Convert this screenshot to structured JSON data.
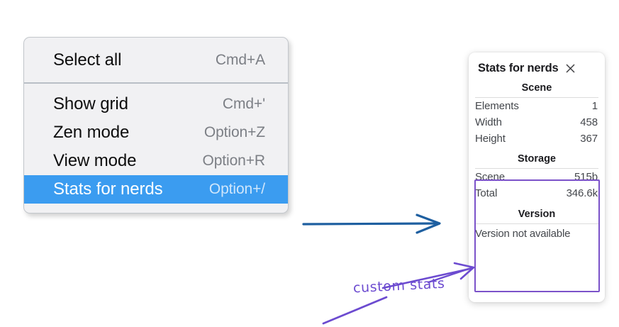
{
  "context_menu": {
    "name": "canvas-context-menu",
    "groups": [
      {
        "items": [
          {
            "label": "Select all",
            "shortcut": "Cmd+A",
            "selected": false
          }
        ]
      },
      {
        "items": [
          {
            "label": "Show grid",
            "shortcut": "Cmd+'",
            "selected": false
          },
          {
            "label": "Zen mode",
            "shortcut": "Option+Z",
            "selected": false
          },
          {
            "label": "View mode",
            "shortcut": "Option+R",
            "selected": false
          },
          {
            "label": "Stats for nerds",
            "shortcut": "Option+/",
            "selected": true
          }
        ]
      }
    ],
    "highlight_color": "#3b9cf0"
  },
  "stats_panel": {
    "title": "Stats for nerds",
    "close_icon": "close-icon",
    "sections": [
      {
        "title": "Scene",
        "rows": [
          {
            "key": "Elements",
            "value": "1"
          },
          {
            "key": "Width",
            "value": "458"
          },
          {
            "key": "Height",
            "value": "367"
          }
        ]
      },
      {
        "title": "Storage",
        "rows": [
          {
            "key": "Scene",
            "value": "515b"
          },
          {
            "key": "Total",
            "value": "346.6k"
          }
        ]
      },
      {
        "title": "Version",
        "text": "Version not available"
      }
    ]
  },
  "annotations": {
    "label": "custom stats",
    "label_color": "#6c4bd0",
    "highlight_box_color": "#7b52c9",
    "blue_arrow_color": "#1e5fa0"
  }
}
